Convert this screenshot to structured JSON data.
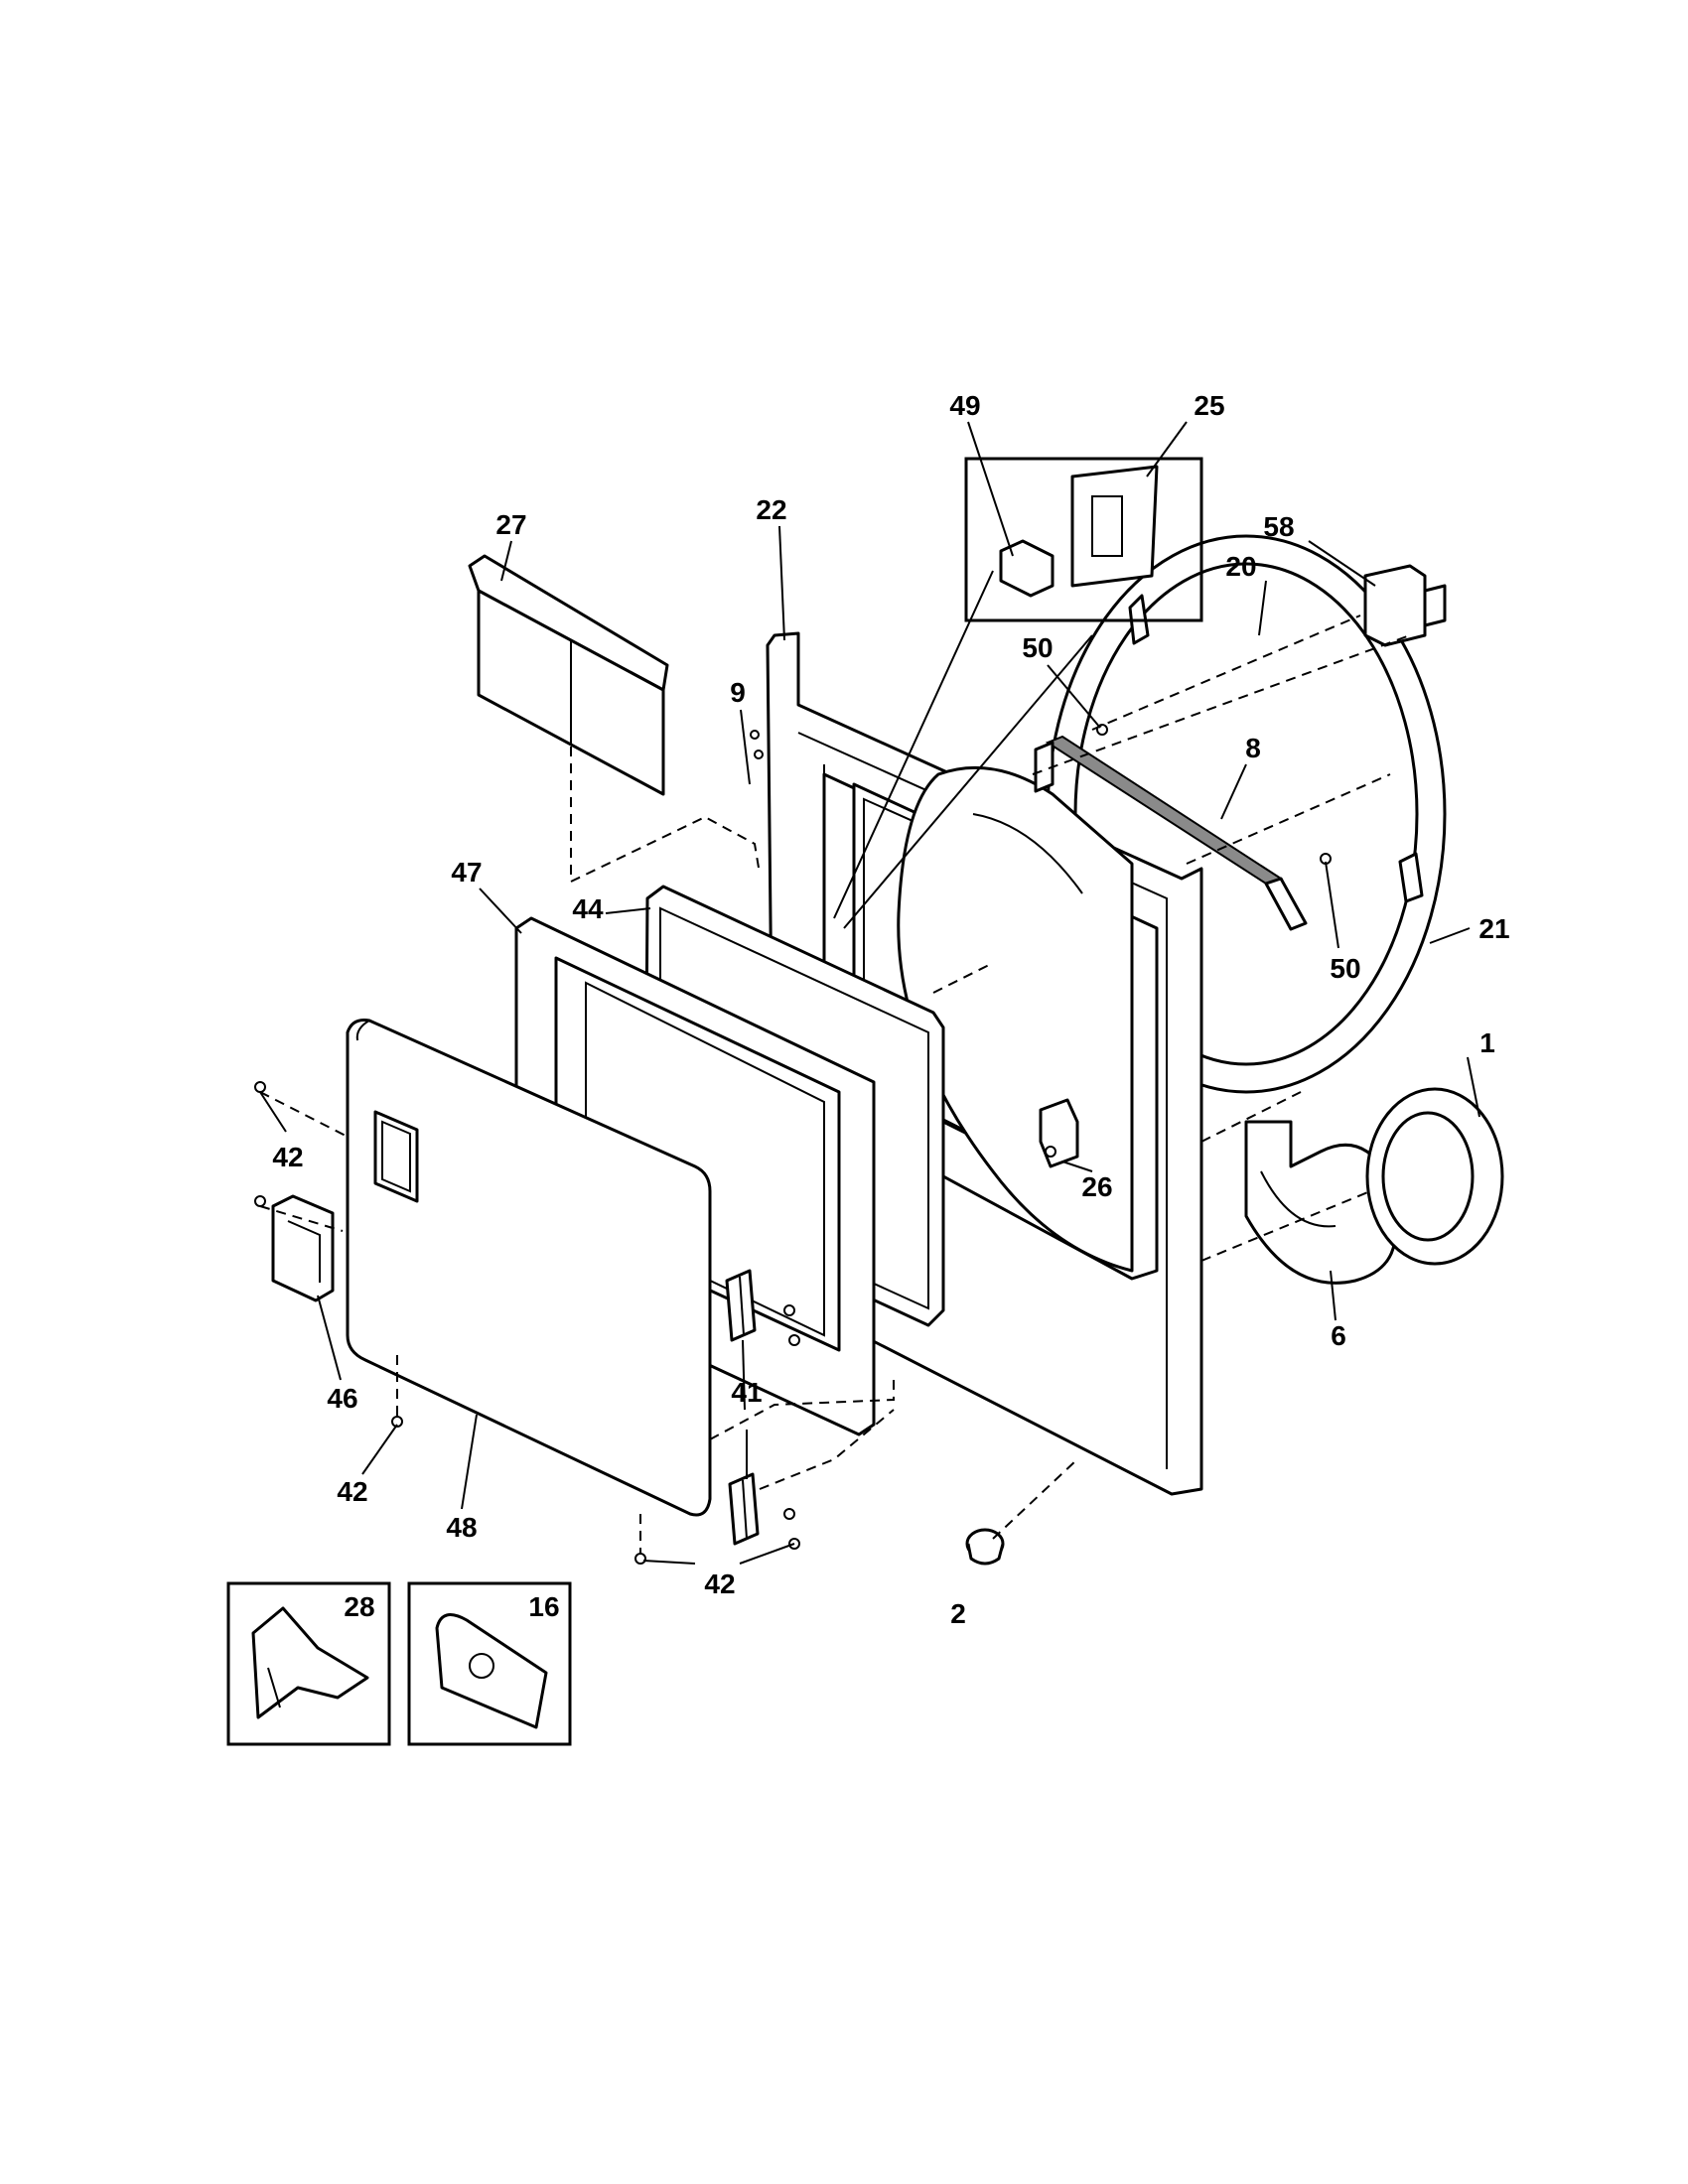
{
  "callouts": [
    {
      "id": "c49",
      "text": "49"
    },
    {
      "id": "c25",
      "text": "25"
    },
    {
      "id": "c27",
      "text": "27"
    },
    {
      "id": "c22",
      "text": "22"
    },
    {
      "id": "c58",
      "text": "58"
    },
    {
      "id": "c20",
      "text": "20"
    },
    {
      "id": "c50a",
      "text": "50"
    },
    {
      "id": "c9",
      "text": "9"
    },
    {
      "id": "c8",
      "text": "8"
    },
    {
      "id": "c47",
      "text": "47"
    },
    {
      "id": "c44",
      "text": "44"
    },
    {
      "id": "c21",
      "text": "21"
    },
    {
      "id": "c50b",
      "text": "50"
    },
    {
      "id": "c1",
      "text": "1"
    },
    {
      "id": "c42a",
      "text": "42"
    },
    {
      "id": "c26",
      "text": "26"
    },
    {
      "id": "c6",
      "text": "6"
    },
    {
      "id": "c46",
      "text": "46"
    },
    {
      "id": "c41",
      "text": "41"
    },
    {
      "id": "c42b",
      "text": "42"
    },
    {
      "id": "c48",
      "text": "48"
    },
    {
      "id": "c28",
      "text": "28"
    },
    {
      "id": "c16",
      "text": "16"
    },
    {
      "id": "c42c",
      "text": "42"
    },
    {
      "id": "c2",
      "text": "2"
    }
  ]
}
